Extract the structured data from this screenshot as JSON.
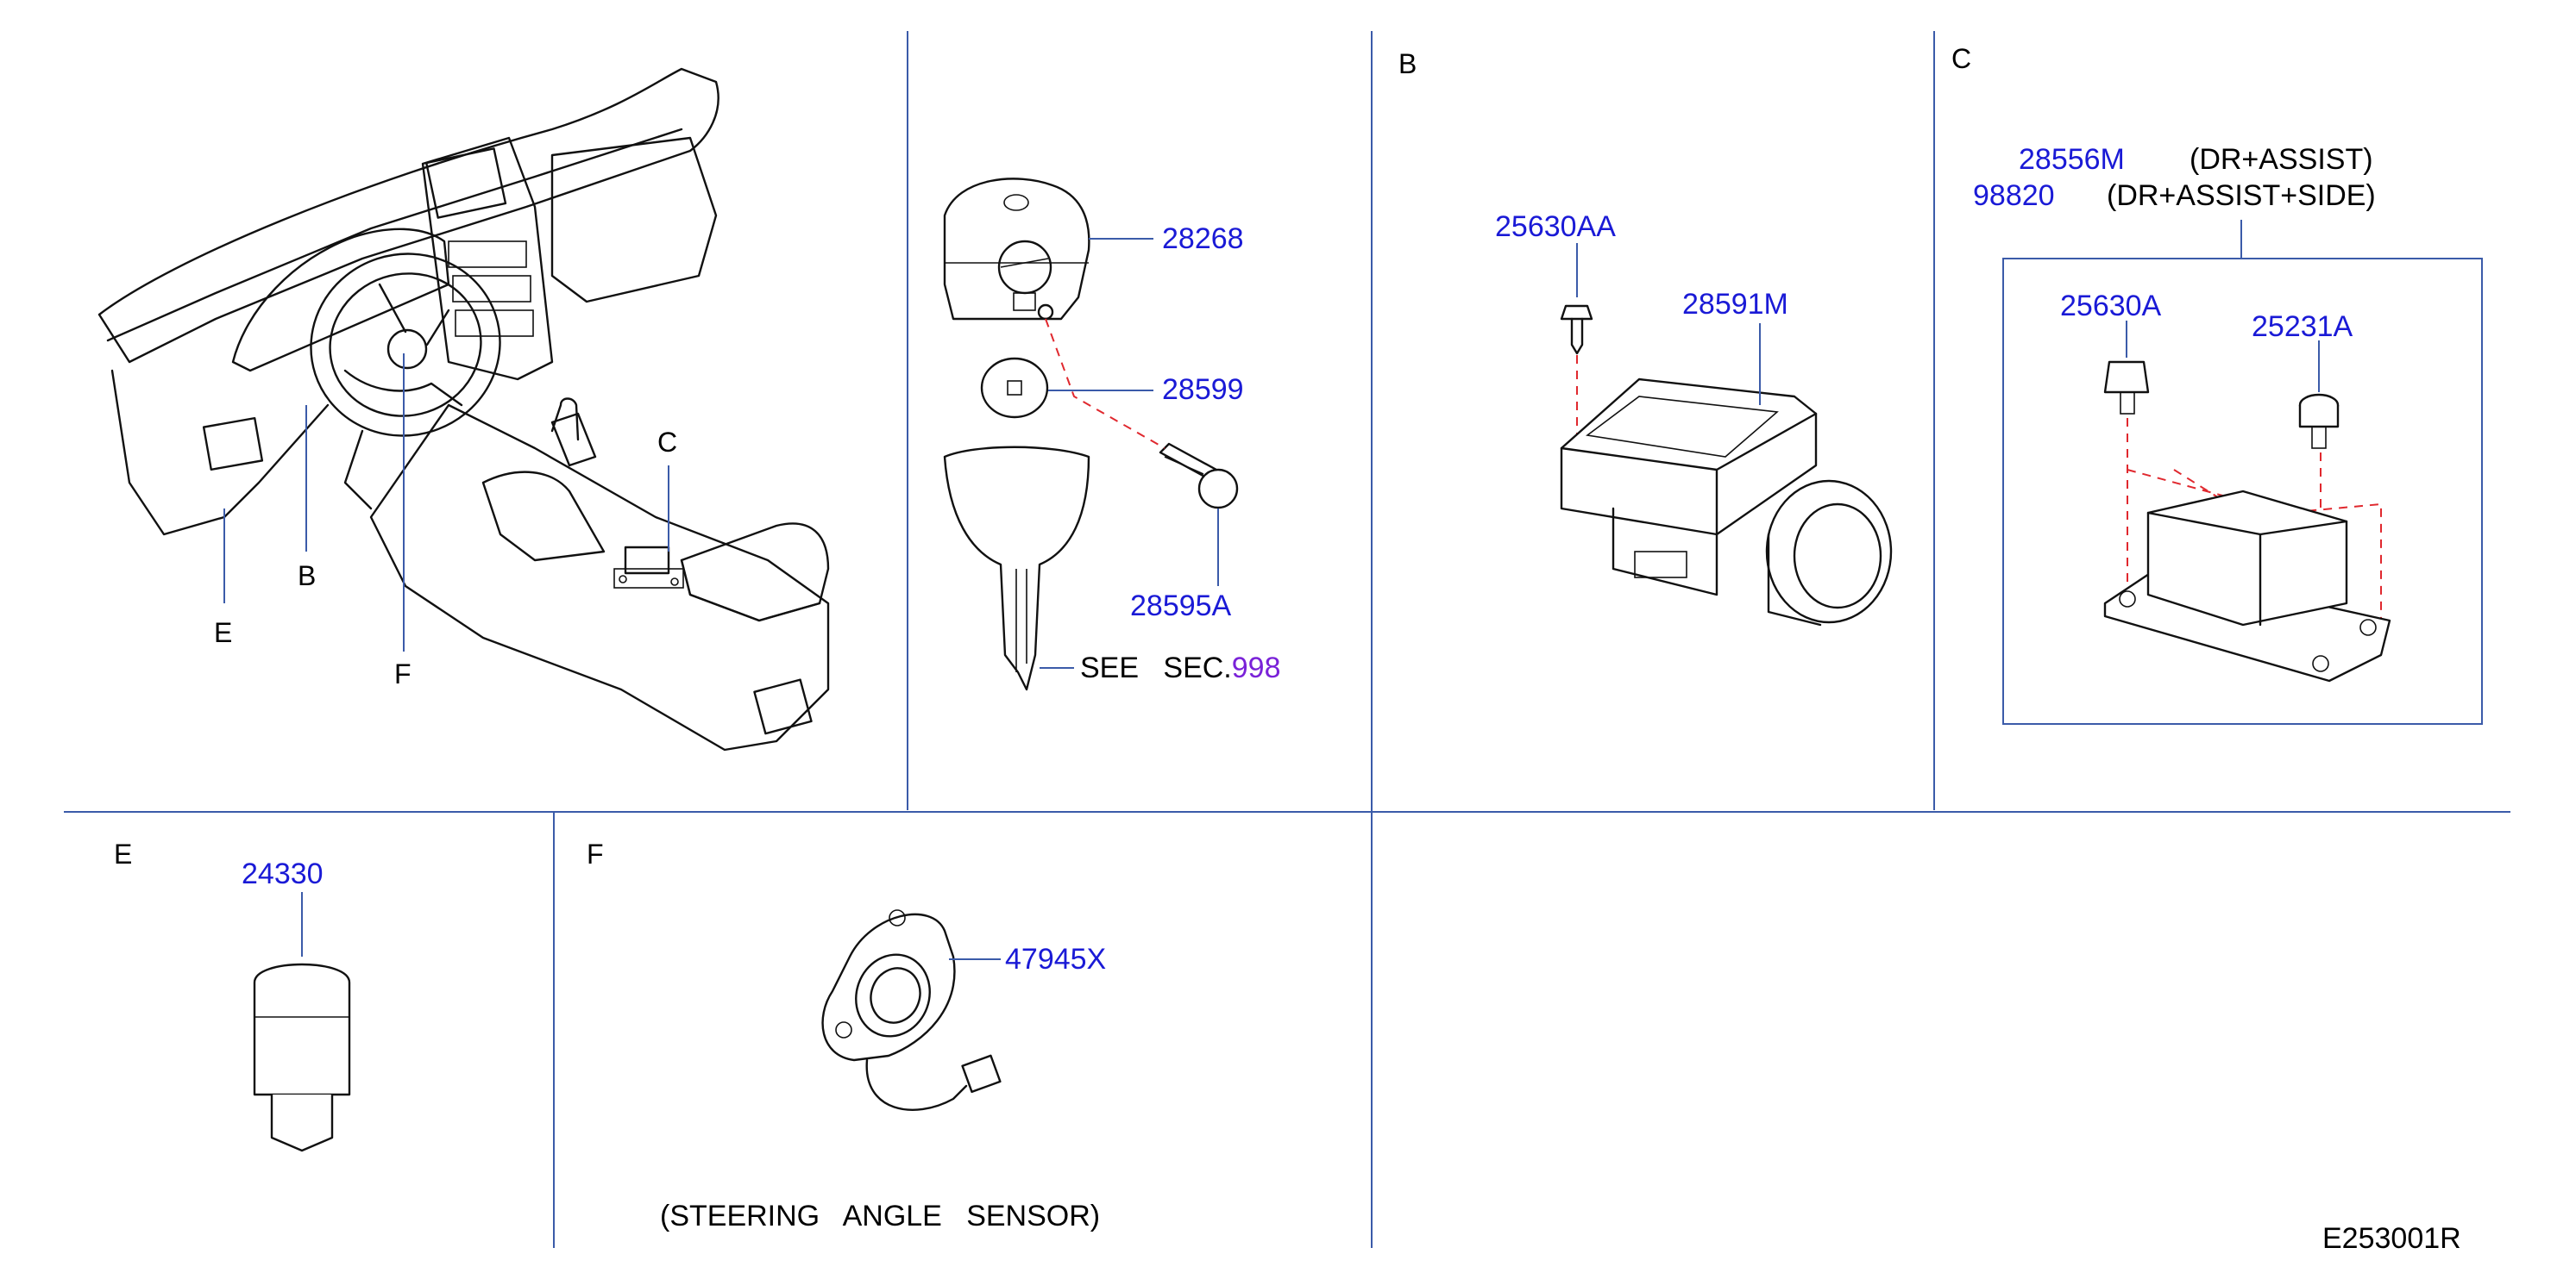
{
  "panel_letters": {
    "b": "B",
    "c": "C",
    "e": "E",
    "f": "F"
  },
  "overview_callouts": {
    "c": "C",
    "b": "B",
    "e": "E",
    "f": "F"
  },
  "key_parts": {
    "key_head": "28268",
    "transponder": "28599",
    "screw": "28595A",
    "see_label": "SEE",
    "sec_label": "SEC.",
    "sec_number": "998"
  },
  "panel_b": {
    "screw": "25630AA",
    "controller": "28591M"
  },
  "panel_c": {
    "line1_part": "28556M",
    "line1_note": "(DR+ASSIST)",
    "line2_part": "98820",
    "line2_note": "(DR+ASSIST+SIDE)",
    "bolt": "25630A",
    "bolt2": "25231A"
  },
  "panel_e": {
    "switch": "24330"
  },
  "panel_f": {
    "sensor": "47945X",
    "caption": "(STEERING   ANGLE   SENSOR)"
  },
  "diagram_code": "E253001R",
  "colors": {
    "part_number": "#1a1ad6",
    "section_ref": "#7a22d8",
    "grid_line": "#3b5ba9",
    "dashed_guide": "#e0282e"
  }
}
